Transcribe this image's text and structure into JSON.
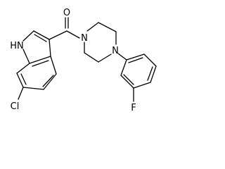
{
  "atoms": {
    "oxygen": "O",
    "indole_nh": "HN",
    "piperazine_n1": "N",
    "piperazine_n2": "N",
    "chlorine": "Cl",
    "fluorine": "F"
  }
}
